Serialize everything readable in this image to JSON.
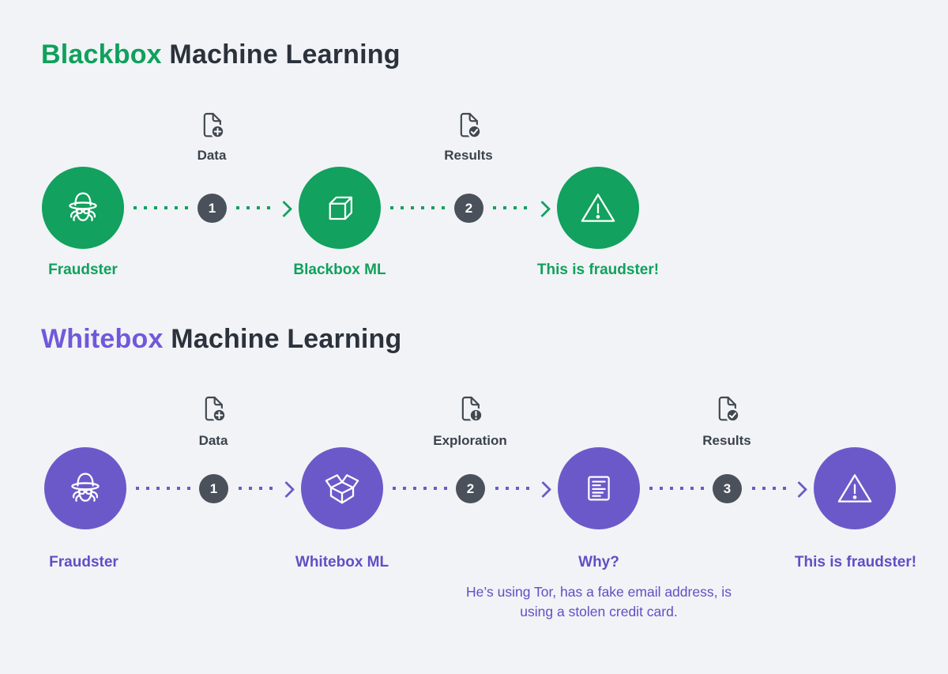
{
  "colors": {
    "background": "#F1F3F6",
    "heading_dark": "#2B323C",
    "green": "#12A15E",
    "green_text": "#0FA15C",
    "purple": "#6C59C9",
    "purple_title": "#7158DA",
    "purple_text": "#5F4FC6",
    "slate": "#4A515B",
    "icon_dark": "#414850",
    "step_label": "#3B424C"
  },
  "blackbox": {
    "title_accent": "Blackbox",
    "title_rest": " Machine Learning",
    "nodes": [
      {
        "icon": "spy-icon",
        "label": "Fraudster"
      },
      {
        "icon": "cube-icon",
        "label": "Blackbox ML"
      },
      {
        "icon": "warning-triangle-icon",
        "label": "This is fraudster!"
      }
    ],
    "steps": [
      {
        "number": "1",
        "icon": "document-plus-icon",
        "label": "Data"
      },
      {
        "number": "2",
        "icon": "document-check-icon",
        "label": "Results"
      }
    ]
  },
  "whitebox": {
    "title_accent": "Whitebox",
    "title_rest": " Machine Learning",
    "nodes": [
      {
        "icon": "spy-icon",
        "label": "Fraudster"
      },
      {
        "icon": "open-box-icon",
        "label": "Whitebox ML"
      },
      {
        "icon": "report-icon",
        "label": "Why?",
        "description": "He’s using Tor, has a fake email address, is using a stolen credit card."
      },
      {
        "icon": "warning-triangle-icon",
        "label": "This is fraudster!"
      }
    ],
    "steps": [
      {
        "number": "1",
        "icon": "document-plus-icon",
        "label": "Data"
      },
      {
        "number": "2",
        "icon": "document-exclamation-icon",
        "label": "Exploration"
      },
      {
        "number": "3",
        "icon": "document-check-icon",
        "label": "Results"
      }
    ]
  }
}
